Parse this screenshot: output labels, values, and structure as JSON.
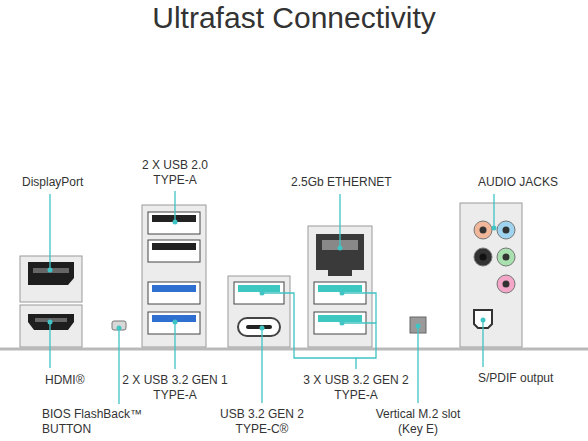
{
  "diagram": {
    "title": "Ultrafast Connectivity",
    "labels": [
      "DisplayPort",
      "2 X USB 2.0 TYPE-A",
      "2.5Gb ETHERNET",
      "AUDIO JACKS",
      "HDMI®",
      "2 X USB 3.2 GEN 1 TYPE-A",
      "BIOS FlashBack™ BUTTON",
      "USB 3.2 GEN 2 TYPE-C®",
      "3 X USB 3.2 GEN 2 TYPE-A",
      "Vertical M.2 slot (Key E)",
      "S/PDIF output"
    ]
  }
}
